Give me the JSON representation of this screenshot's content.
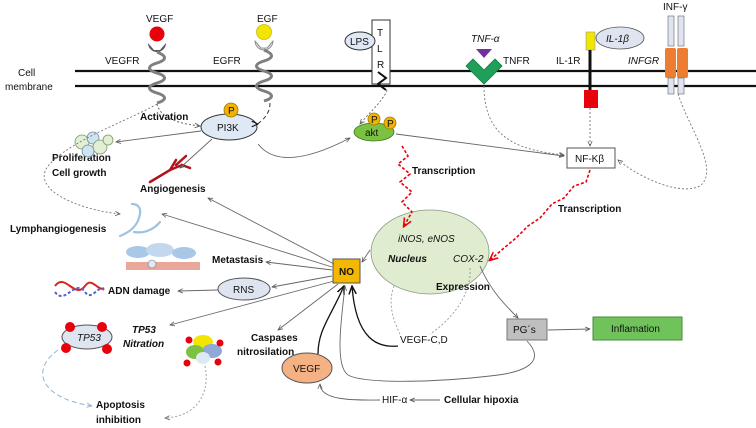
{
  "membrane": {
    "label_line1": "Cell",
    "label_line2": "membrane"
  },
  "receptors": {
    "vegf_ligand": "VEGF",
    "vegfr": "VEGFR",
    "egf_ligand": "EGF",
    "egfr": "EGFR",
    "lps": "LPS",
    "tlr_letters": [
      "T",
      "L",
      "R"
    ],
    "tnf_alpha": "TNF-α",
    "tnfr": "TNFR",
    "il1r": "IL-1R",
    "il1b": "IL-1β",
    "infgr": "INFGR",
    "inf_gamma": "INF-γ"
  },
  "signaling": {
    "p": "P",
    "pi3k": "PI3K",
    "akt": "akt",
    "activation": "Activation",
    "transcription_1": "Transcription",
    "transcription_2": "Transcription",
    "nfkb": "NF-Kβ"
  },
  "nucleus": {
    "inos": "iNOS, eNOS",
    "nucleus": "Nucleus",
    "cox2": "COX-2",
    "expression": "Expression"
  },
  "effects": {
    "proliferation": "Proliferation",
    "cell_growth": "Cell growth",
    "angiogenesis": "Angiogenesis",
    "lymphangiogenesis": "Lymphangiogenesis",
    "metastasis": "Metastasis",
    "adn_damage": "ADN damage",
    "rns": "RNS",
    "no": "NO",
    "tp53": "TP53",
    "tp53_label": "TP53",
    "nitration": "Nitration",
    "caspases": "Caspases",
    "nitrosilation": "nitrosilation",
    "apoptosis": "Apoptosis",
    "inhibition": "inhibition",
    "vegf_cd": "VEGF-C,D",
    "vegf_bottom": "VEGF",
    "hif": "HIF-α",
    "hipoxia": "Cellular hipoxia",
    "pgs": "PG´s",
    "inflamation": "Inflamation"
  },
  "colors": {
    "vegf_ligand": "#e8000b",
    "egf_ligand": "#f2e600",
    "receptor_grey": "#7f7f7f",
    "pi3k_fill": "#dfe8f5",
    "p_fill": "#f0b400",
    "akt_fill": "#7cc242",
    "nucleus_fill": "#dfeccf",
    "no_fill": "#f5b800",
    "rns_fill": "#dfe5f0",
    "vegf_bottom_fill": "#f4b183",
    "pgs_fill": "#bfbfbf",
    "inflamation_fill": "#70c25a",
    "tnf_triangle": "#7030a0",
    "tnfr_green": "#1fa05a",
    "il1r_yellow": "#f2e600",
    "il1r_red": "#e8000b",
    "infgr_orange": "#ed7d31",
    "transcription_arrow": "#e8000b"
  }
}
